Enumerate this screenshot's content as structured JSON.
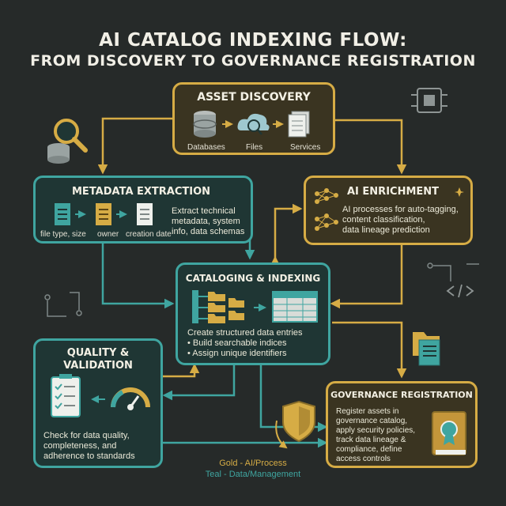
{
  "title": {
    "line1": "AI CATALOG INDEXING FLOW:",
    "line2": "FROM DISCOVERY TO GOVERNANCE REGISTRATION"
  },
  "nodes": {
    "asset_discovery": {
      "title": "ASSET DISCOVERY",
      "items": [
        "Databases",
        "Files",
        "Services"
      ]
    },
    "metadata_extraction": {
      "title": "METADATA EXTRACTION",
      "items": [
        "file type, size",
        "owner",
        "creation date"
      ],
      "description": [
        "Extract technical",
        "metadata, system",
        "info, data schemas"
      ]
    },
    "ai_enrichment": {
      "title": "AI ENRICHMENT",
      "description": [
        "AI processes for auto-tagging,",
        "content classification,",
        "data lineage prediction"
      ]
    },
    "cataloging_indexing": {
      "title": "CATALOGING & INDEXING",
      "description": [
        "Create structured data entries",
        "• Build searchable indices",
        "• Assign unique identifiers"
      ]
    },
    "quality_validation": {
      "title_line1": "QUALITY &",
      "title_line2": "VALIDATION",
      "description": [
        "Check for data quality,",
        "completeness, and",
        "adherence to standards"
      ]
    },
    "governance_registration": {
      "title": "GOVERNANCE REGISTRATION",
      "description": [
        "Register assets in",
        "governance catalog,",
        "apply security policies,",
        "track data lineage &",
        "compliance, define",
        "access controls"
      ]
    }
  },
  "legend": {
    "gold": "Gold - AI/Process",
    "teal": "Teal - Data/Management",
    "gold_color": "#d6ac45",
    "teal_color": "#3fa5a0"
  }
}
